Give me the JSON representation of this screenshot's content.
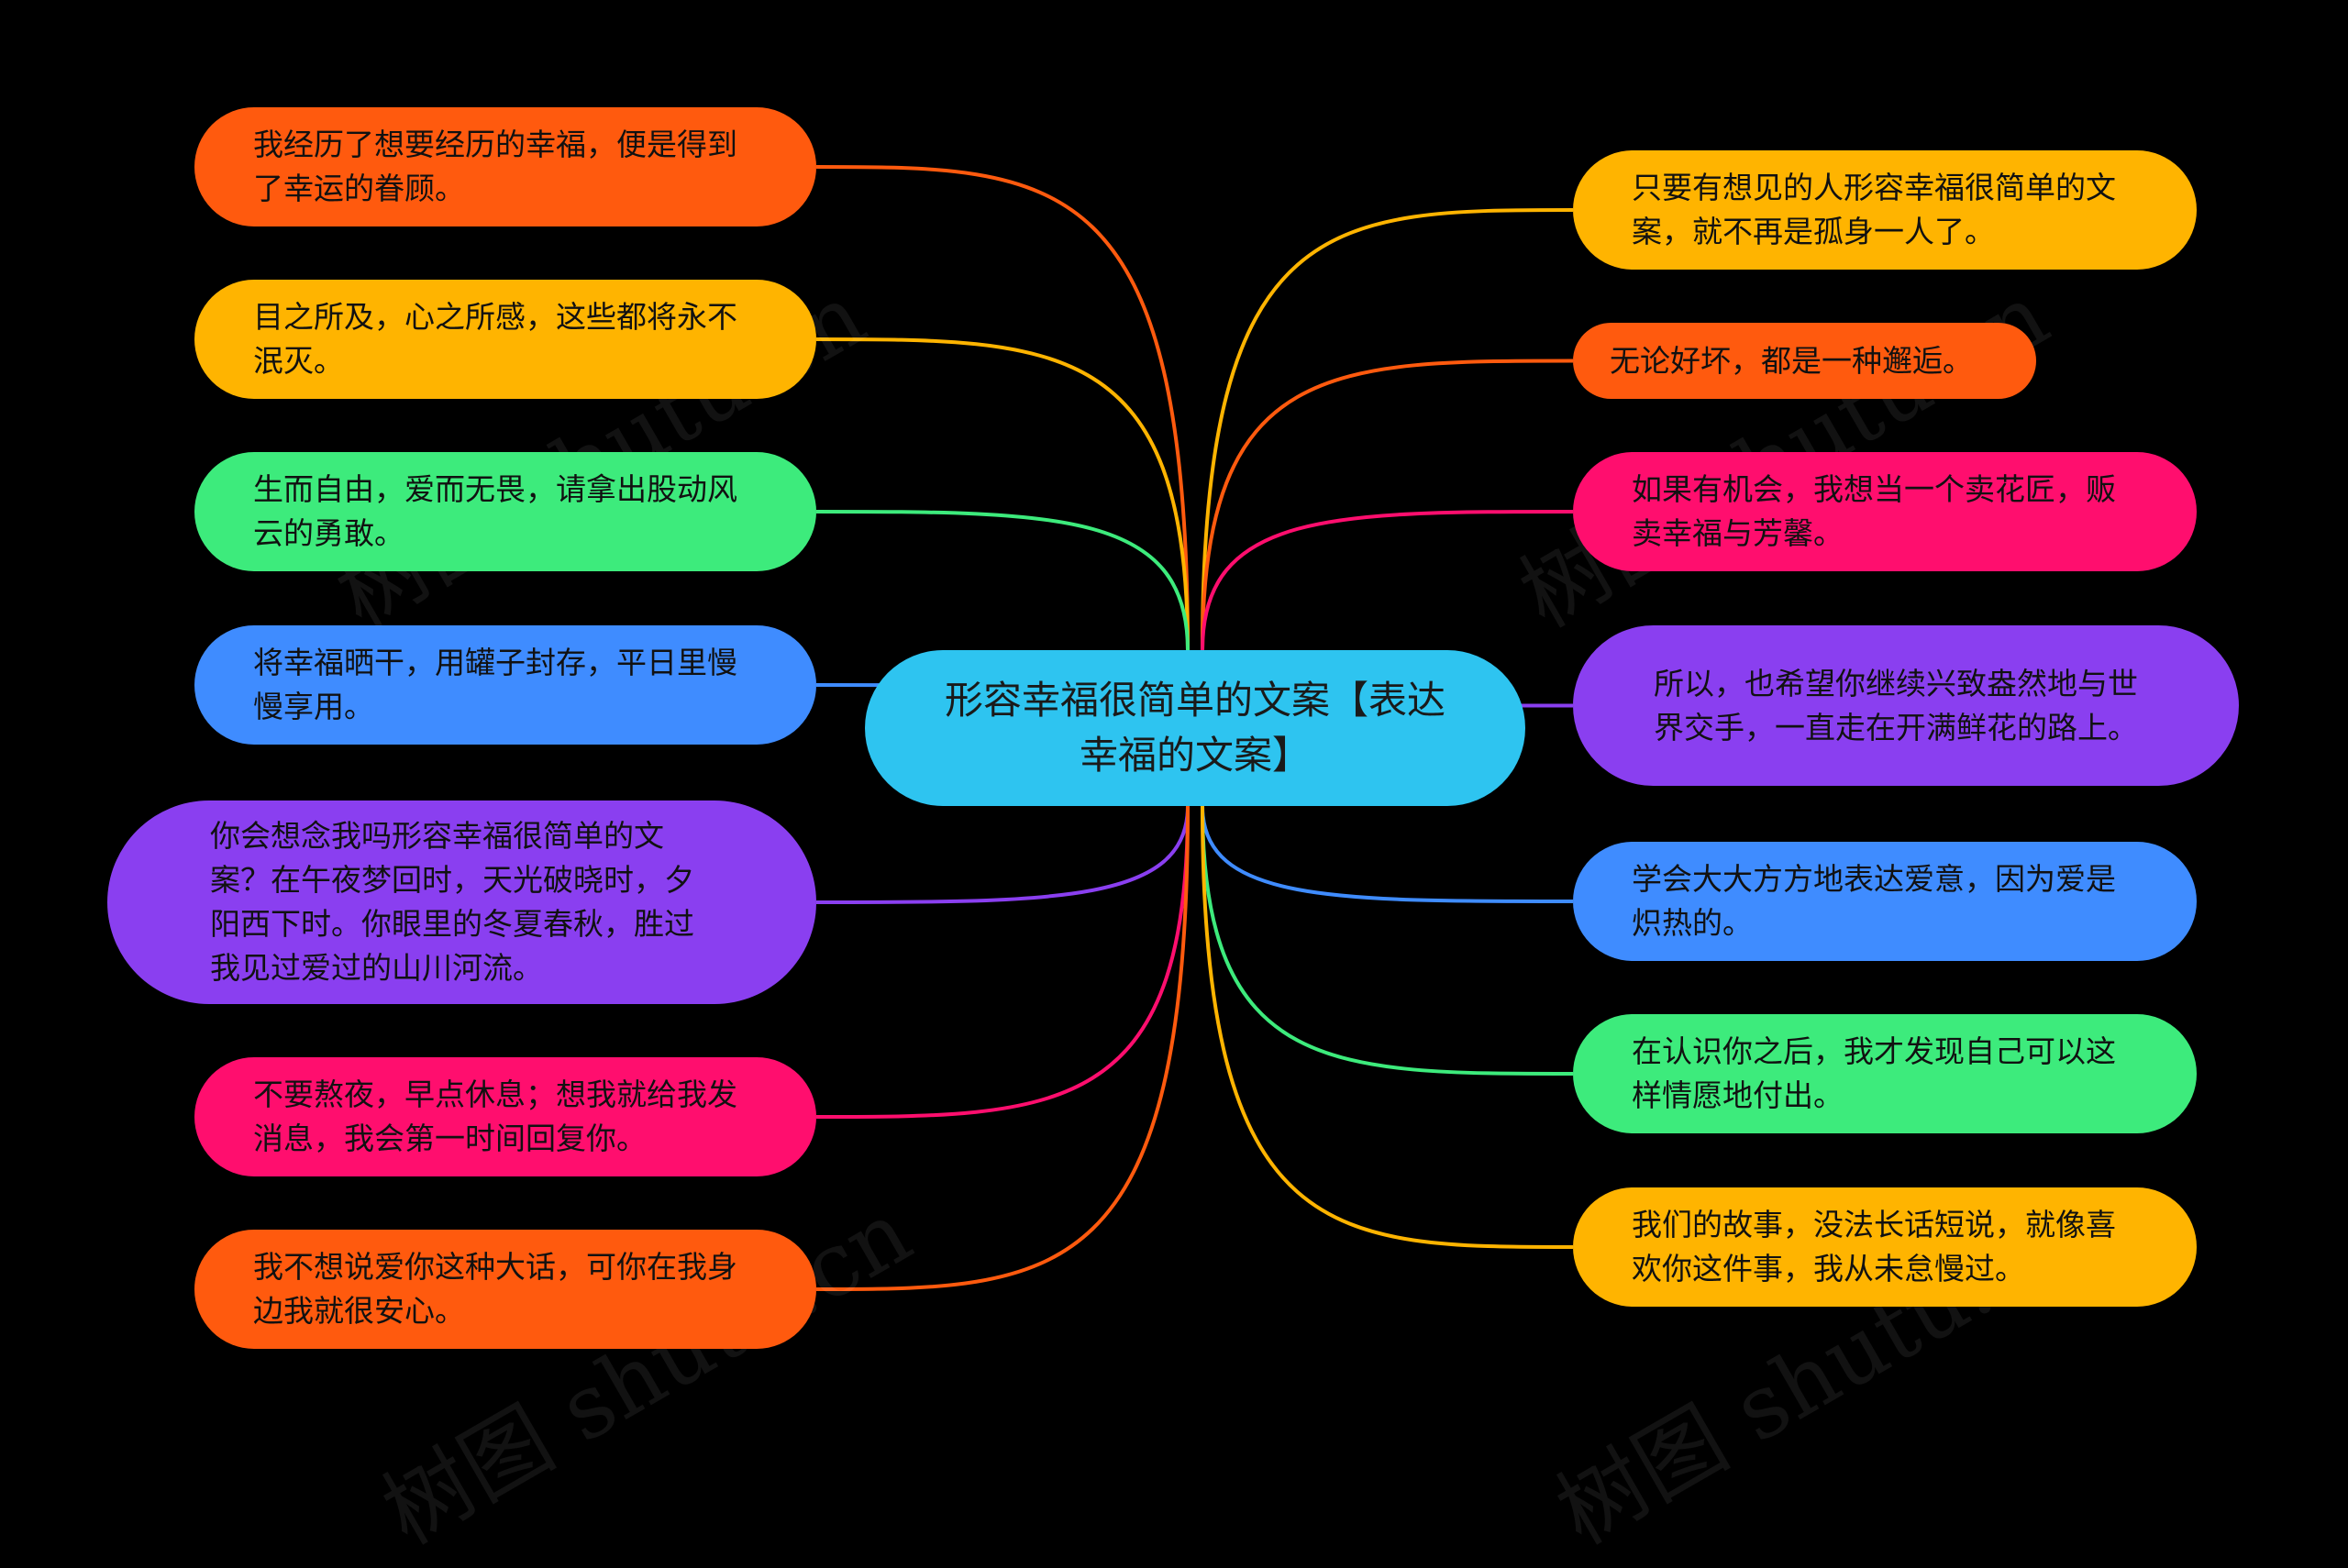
{
  "root": {
    "text": "形容幸福很简单的文案【表达幸福的文案】",
    "color": "#2EC4F0"
  },
  "left_nodes": [
    {
      "text": "我经历了想要经历的幸福，便是得到了幸运的眷顾。",
      "color": "#FF5A0E"
    },
    {
      "text": "目之所及，心之所感，这些都将永不泯灭。",
      "color": "#FFB400"
    },
    {
      "text": "生而自由，爱而无畏，请拿出股动风云的勇敢。",
      "color": "#3DEB7C"
    },
    {
      "text": "将幸福晒干，用罐子封存，平日里慢慢享用。",
      "color": "#3F8CFF"
    },
    {
      "text": "你会想念我吗形容幸福很简单的文案？在午夜梦回时，天光破晓时，夕阳西下时。你眼里的冬夏春秋，胜过我见过爱过的山川河流。",
      "color": "#8A3FF0"
    },
    {
      "text": "不要熬夜，早点休息；想我就给我发消息，我会第一时间回复你。",
      "color": "#FF0E6E"
    },
    {
      "text": "我不想说爱你这种大话，可你在我身边我就很安心。",
      "color": "#FF5A0E"
    }
  ],
  "right_nodes": [
    {
      "text": "只要有想见的人形容幸福很简单的文案，就不再是孤身一人了。",
      "color": "#FFB400"
    },
    {
      "text": "无论好坏，都是一种邂逅。",
      "color": "#FF5A0E"
    },
    {
      "text": "如果有机会，我想当一个卖花匠，贩卖幸福与芳馨。",
      "color": "#FF0E6E"
    },
    {
      "text": "所以，也希望你继续兴致盎然地与世界交手，一直走在开满鲜花的路上。",
      "color": "#8A3FF0"
    },
    {
      "text": "学会大大方方地表达爱意，因为爱是炽热的。",
      "color": "#3F8CFF"
    },
    {
      "text": "在认识你之后，我才发现自己可以这样情愿地付出。",
      "color": "#3DEB7C"
    },
    {
      "text": "我们的故事，没法长话短说，就像喜欢你这件事，我从未怠慢过。",
      "color": "#FFB400"
    }
  ],
  "watermark": "树图 shutu.cn"
}
